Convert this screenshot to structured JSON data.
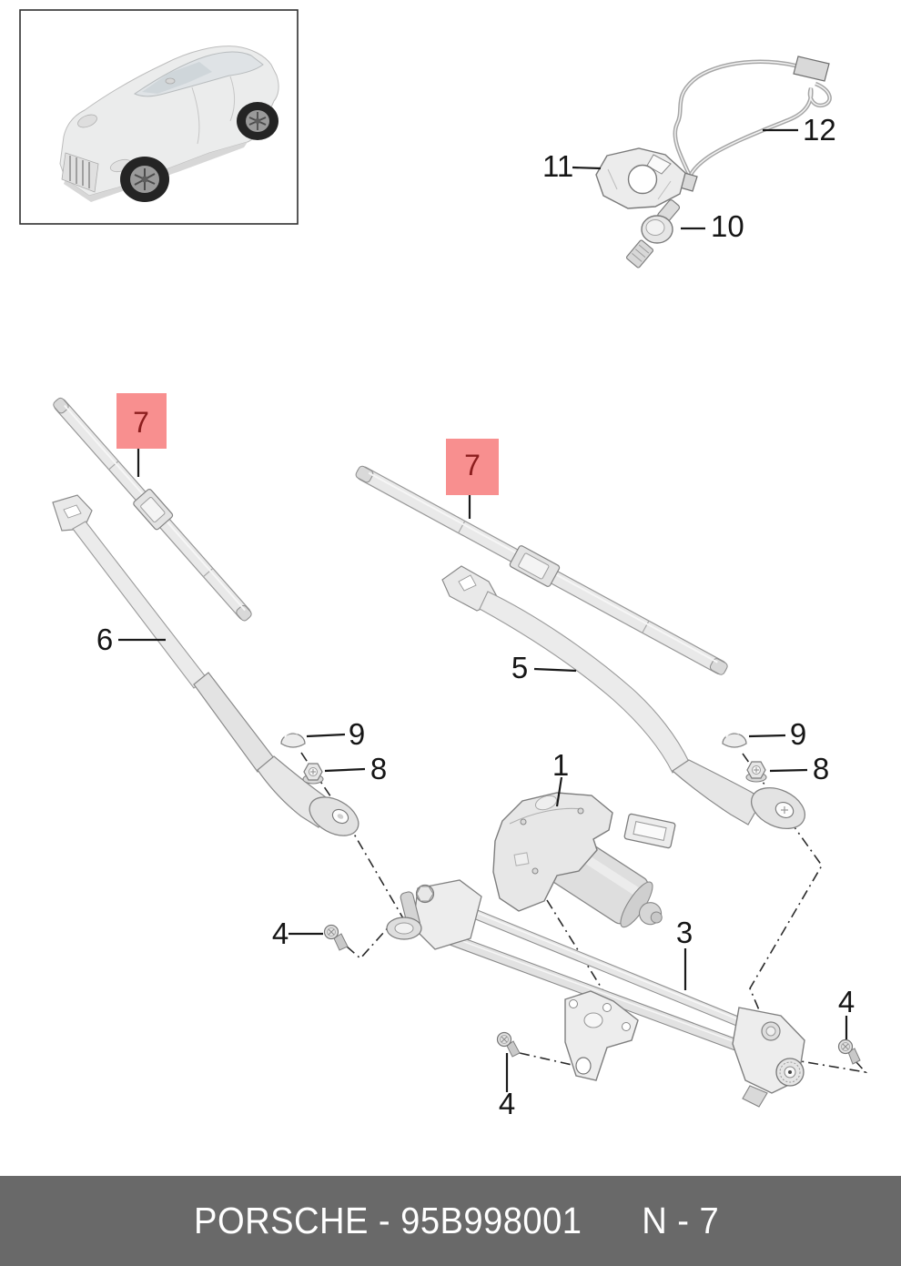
{
  "footer": {
    "catalog_label": "PORSCHE - 95B998001",
    "page_ref": "N - 7",
    "bg": "#696969",
    "fg": "#ffffff"
  },
  "highlight": {
    "box_color": "#f88f8f",
    "label_color": "#8b1e1e"
  },
  "callouts": {
    "motor": "1",
    "linkage": "3",
    "screw_left": "4",
    "screw_bottom": "4",
    "screw_right": "4",
    "arm_right": "5",
    "arm_left": "6",
    "blade_left": "7",
    "blade_right": "7",
    "nut_left": "8",
    "nut_right": "8",
    "cap_left": "9",
    "cap_right": "9",
    "nozzle": "10",
    "clip": "11",
    "hose": "12"
  }
}
